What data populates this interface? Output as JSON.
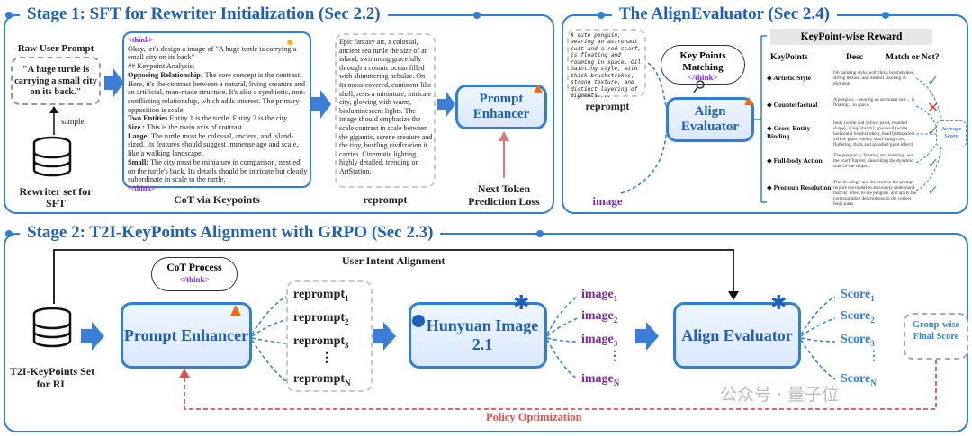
{
  "stage1": {
    "title": "Stage 1: SFT for Rewriter Initialization (Sec 2.2)",
    "raw_prompt_label": "Raw User Prompt",
    "raw_prompt_text": "\"A huge turtle is carrying a small city on its back.\"",
    "sample_label": "sample",
    "rewriter_set_label": "Rewriter set for SFT",
    "cot_label": "CoT via Keypoints",
    "reprompt_label": "reprompt",
    "enhancer_label": "Prompt Enhancer",
    "ntp_label": "Next Token Prediction Loss",
    "cot_lines": [
      {
        "bold": "",
        "text": "<think>",
        "think": true
      },
      {
        "bold": "",
        "text": "Okay, let's design a image of \"A huge turtle is carrying a small city on its back\""
      },
      {
        "bold": "",
        "text": "## Keypoint Analysis:"
      },
      {
        "bold": "Opposing Relationship:",
        "text": " The core concept is the contrast. Here, it's the contrast between a natural, living creature and an artificial, man-made structure. It's also a symbiotic, non-conflicting relationship, which adds interest. The primary opposition is scale."
      },
      {
        "bold": "Two Entities",
        "text": " Entity 1 is the turtle. Entity 2 is the city."
      },
      {
        "bold": "Size :",
        "text": " This is the main axis of contrast."
      },
      {
        "bold": "Large:",
        "text": " The turtle must be colossal, ancient, and island-sized. Its features should suggest immense age and scale, like a walking landscape."
      },
      {
        "bold": "Small:",
        "text": " The city must be miniature in comparison, nestled on the turtle's back. Its details should be intricate but clearly subordinate in scale to the turtle."
      },
      {
        "bold": "",
        "text": "</think>",
        "think": true
      }
    ],
    "reprompt_text": "Epic fantasy art, a colossal, ancient sea turtle the size of an island, swimming gracefully through a cosmic ocean filled with shimmering nebulae. On its moss-covered, continent-like shell, rests a miniature, intricate city, glowing with warm, bioluminescent lights. The image should emphasize the scale contrast in scale between the gigantic, serene creature and the tiny, bustling civilization it carries. Cinematic lighting, highly detailed, trending on ArtStation."
  },
  "align_eval": {
    "title": "The AlignEvaluator (Sec 2.4)",
    "input_text": "A cute penguin, wearing an astronaut suit and a red scarf, is floating and roaming in space. Oil painting style, with thick brushstrokes, strong texture, and distinct layering of pigments....",
    "reprompt_label": "reprompt",
    "image_label": "image",
    "cloud_line1": "Key Points",
    "cloud_line2": "Matching",
    "cloud_think": "</think>",
    "evaluator_label": "Align Evaluator",
    "reward_header": "KeyPoint-wise Reward",
    "col_keypoints": "KeyPoints",
    "col_desc": "Desc",
    "col_match": "Match or Not?",
    "average_score": "Average Score",
    "rows": [
      {
        "name": "Artistic Style",
        "desc": "Oil painting style, with thick brushstrokes, strong texture, and distinct layering of pigments",
        "match": "yes"
      },
      {
        "name": "Counterfactual",
        "desc": "A penguin... wearing an astronaut suit ... is floating... in space.",
        "match": "no"
      },
      {
        "name": "Cross-Entity Binding",
        "desc": "body (white and yellow paint, rounded shape), wings (black), spacesuit (white, horizontal brushstrokes), head (transparent yellow glass colors), scarf (bright red, fluttering, thick and splashed paint effect)",
        "match": "yes"
      },
      {
        "name": "Full-body Action",
        "desc": "The penguin is 'floating and roaming', and the scarf 'flutters', describing the dynamic state of the subject.",
        "match": "yes"
      },
      {
        "name": "Pronoun Resolution",
        "desc": "The 'its wings' and 'its head' in the prompt require the model to accurately understand that 'its' refers to the penguin, and apply the corresponding descriptions to the correct body parts.",
        "match": "yes"
      }
    ]
  },
  "stage2": {
    "title": "Stage 2: T2I-KeyPoints Alignment with GRPO (Sec 2.3)",
    "user_intent": "User Intent Alignment",
    "set_label": "T2I-KeyPoints Set for RL",
    "cloud_line1": "CoT Process",
    "cloud_think": "</think>",
    "enhancer_label": "Prompt Enhancer",
    "reprompts": [
      "reprompt",
      "reprompt",
      "reprompt",
      "reprompt"
    ],
    "reprompt_subs": [
      "1",
      "2",
      "3",
      "N"
    ],
    "hunyuan_label": "Hunyuan Image 2.1",
    "images": [
      "image",
      "image",
      "image",
      "image"
    ],
    "image_subs": [
      "1",
      "2",
      "3",
      "N"
    ],
    "evaluator_label": "Align Evaluator",
    "scores": [
      "Score",
      "Score",
      "Score",
      "Score"
    ],
    "score_subs": [
      "1",
      "2",
      "3",
      "N"
    ],
    "groupwise": "Group-wise Final Score",
    "policy": "Policy Optimization",
    "ellipsis": "⋮"
  },
  "watermark": "公众号 · 量子位",
  "colors": {
    "accent": "#2f7fd8",
    "title": "#1f5fb8",
    "policy": "#d9534f",
    "purple": "#7a2aa0",
    "check": "#4caf50",
    "cross": "#e53935"
  }
}
